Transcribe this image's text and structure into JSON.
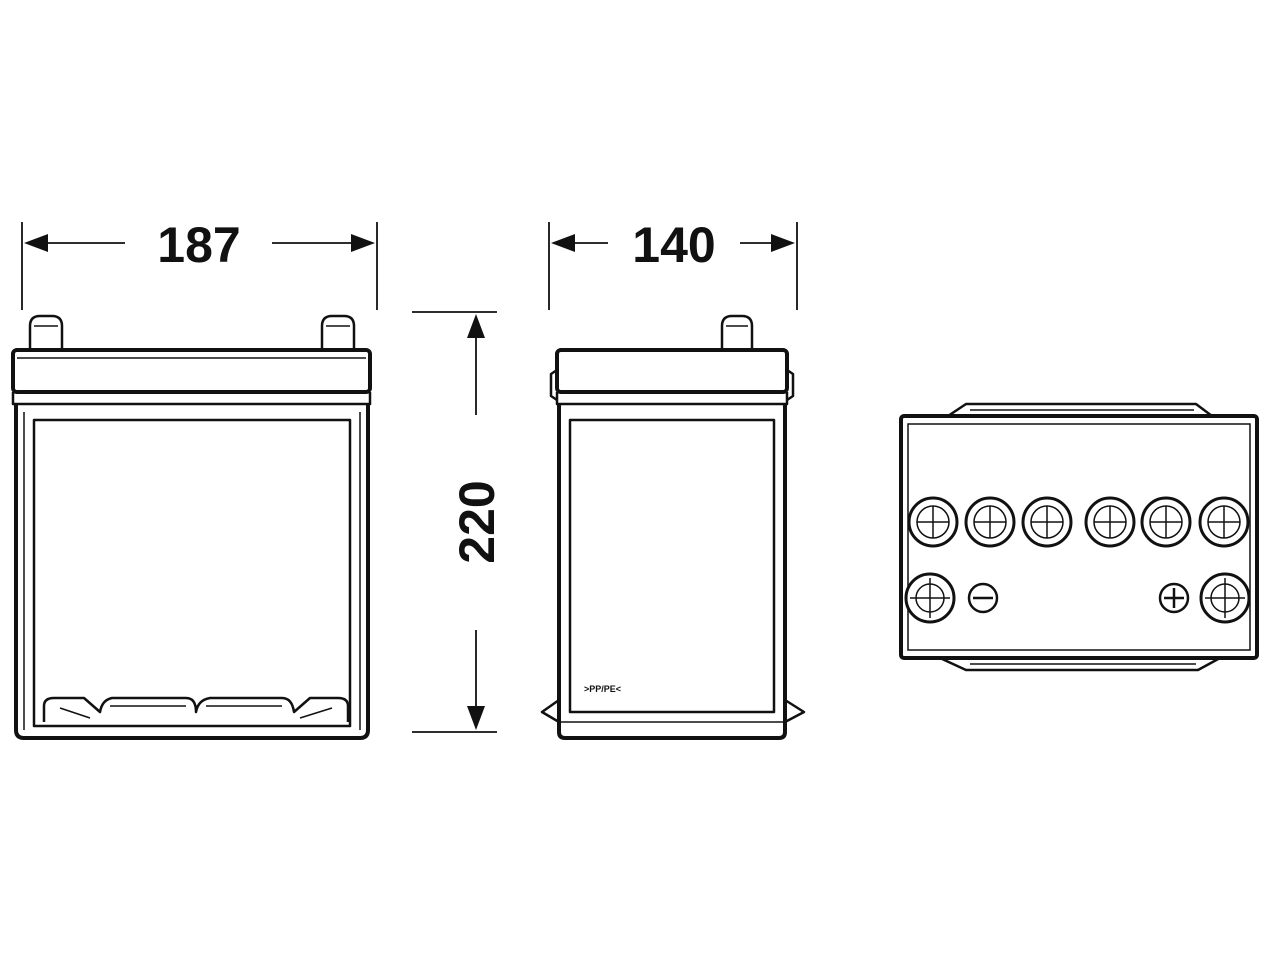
{
  "dimensions": {
    "length": "187",
    "width": "140",
    "height": "220"
  },
  "labels": {
    "material_mark": ">PP/PE<"
  },
  "colors": {
    "line": "#111111",
    "background": "#ffffff"
  }
}
